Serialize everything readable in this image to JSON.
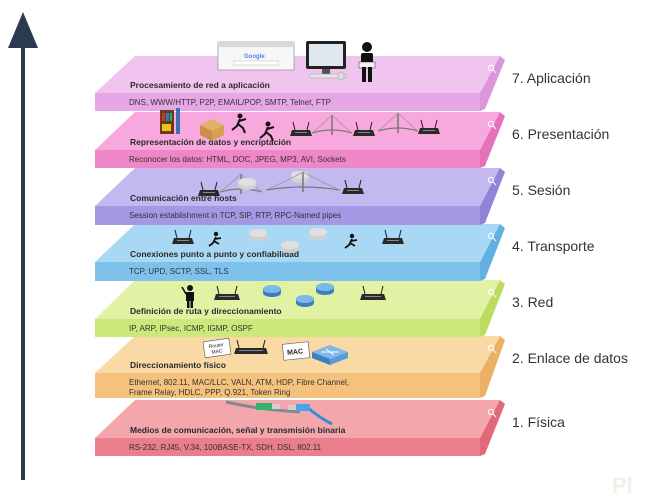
{
  "layers": [
    {
      "name": "1. Física",
      "title": "Medios de comunicación, señal y transmisión binaria",
      "desc": [
        "RS-232, RJ45, V.34, 100BASE-TX, SDH, DSL, 802.11"
      ],
      "top_color": "#f4a6ad",
      "front_color": "#ea7e8a",
      "side_color": "#e06a78"
    },
    {
      "name": "2. Enlace de datos",
      "title": "Direccionamiento físico",
      "desc": [
        "Ethernet, 802.11, MAC/LLC, VALN, ATM, HDP, Fibre Channel,",
        "Frame Relay, HDLC, PPP, Q.921, Token Ring"
      ],
      "top_color": "#f9d9a4",
      "front_color": "#f4c27c",
      "side_color": "#ecb064"
    },
    {
      "name": "3. Red",
      "title": "Definición de ruta y direccionamiento",
      "desc": [
        "IP, ARP, IPsec, ICMP, IGMP, OSPF"
      ],
      "top_color": "#e2f2a4",
      "front_color": "#cde87a",
      "side_color": "#bcdc60"
    },
    {
      "name": "4. Transporte",
      "title": "Conexiones punto a punto y confiabilidad",
      "desc": [
        "TCP, UPD, SCTP, SSL, TLS"
      ],
      "top_color": "#a9d8f4",
      "front_color": "#7ec2ec",
      "side_color": "#62b0e2"
    },
    {
      "name": "5. Sesión",
      "title": "Comunicación entre hosts",
      "desc": [
        "Session establishment in TCP, SIP, RTP, RPC-Named pipes"
      ],
      "top_color": "#c3b8f0",
      "front_color": "#a497e4",
      "side_color": "#9083d8"
    },
    {
      "name": "6. Presentación",
      "title": "Representación de datos y encriptación",
      "desc": [
        "Reconocer los datos: HTML, DOC, JPEG, MP3, AVI, Sockets"
      ],
      "top_color": "#f7a8dc",
      "front_color": "#ef86c8",
      "side_color": "#e472bb"
    },
    {
      "name": "7. Aplicación",
      "title": "Procesamiento de red a aplicación",
      "desc": [
        "DNS, WWW/HTTP, P2P, EMAIL/POP, SMTP, Telnet, FTP"
      ],
      "top_color": "#f1c4f0",
      "front_color": "#e7a6e6",
      "side_color": "#dc94db"
    }
  ],
  "labels": {
    "router_mac": [
      "Router",
      "MAC"
    ],
    "mac_card": "MAC",
    "search_logo": "Google"
  },
  "icons": {
    "axis": "up-arrow-icon",
    "device": "router-icon",
    "network": "network-router-icon",
    "bridge": "bridge-icon",
    "runner": "running-person-icon",
    "user": "person-icon",
    "computer": "computer-icon",
    "browser": "browser-window-icon",
    "cable": "ethernet-cable-icon",
    "switch": "switch-icon",
    "package": "package-icon",
    "shelf": "bookshelf-icon",
    "search": "magnifier-icon"
  },
  "watermark": "Pl"
}
